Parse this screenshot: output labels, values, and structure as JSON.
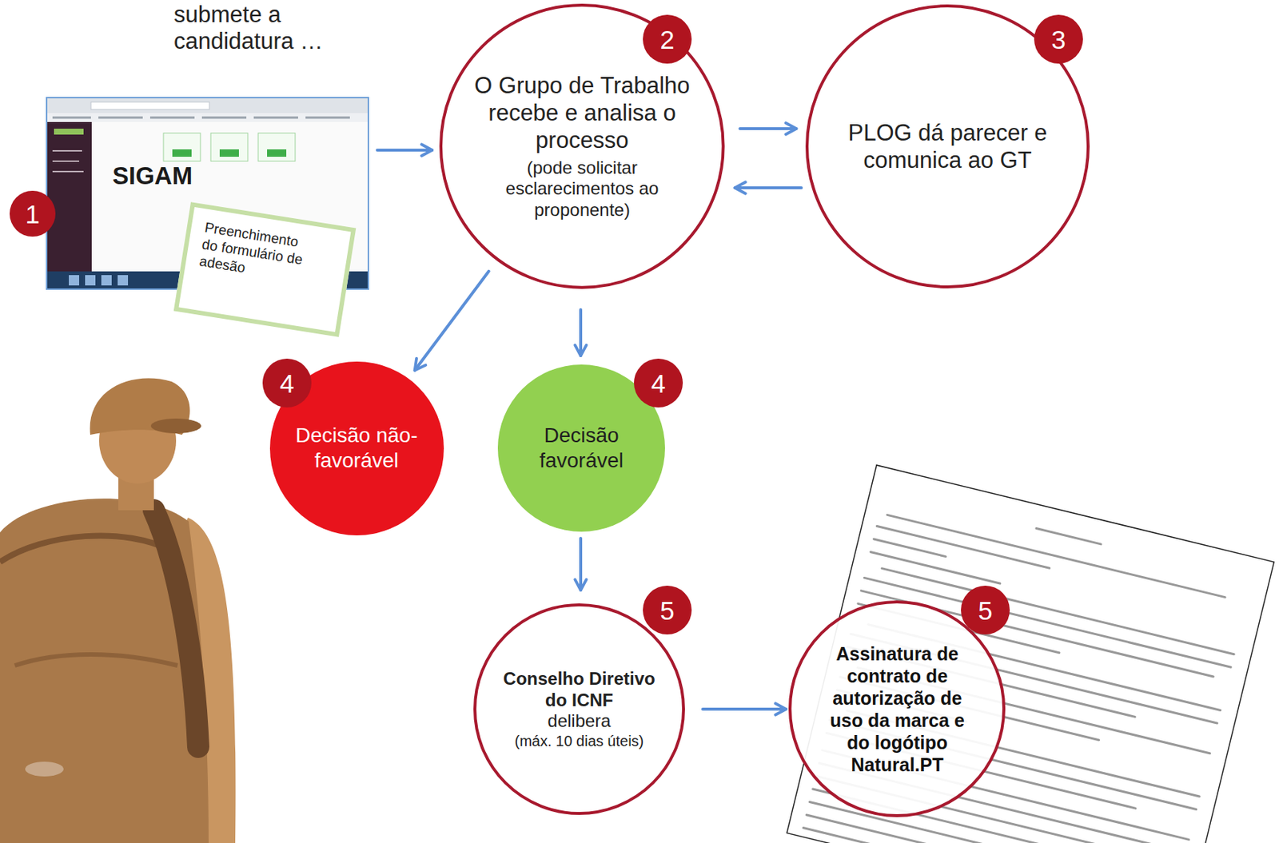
{
  "diagram": {
    "nodes": [
      {
        "text": [
          "SIGAM"
        ]
      },
      {
        "text": [
          "Preenchimento do formulário de adesão"
        ]
      },
      {
        "text": [
          "O Grupo de Trabalho recebe e analisa o processo",
          "(pode solicitar esclarecimentos ao proponente)"
        ]
      },
      {
        "text": [
          "PLOG dá parecer e comunica ao GT"
        ]
      },
      {
        "text": [
          "Decisão não-favorável"
        ]
      },
      {
        "text": [
          "Decisão favorável"
        ]
      },
      {
        "text": [
          "Conselho Diretivo do ICNF",
          "delibera",
          "(máx. 10 dias úteis)"
        ]
      },
      {
        "text": [
          "Assinatura de contrato de autorização de uso da marca e do logótipo Natural.PT"
        ]
      }
    ],
    "edges": [
      {
        "from": 0,
        "to": 2,
        "arrow": "to"
      },
      {
        "from": 2,
        "to": 3,
        "arrow": "to"
      },
      {
        "from": 3,
        "to": 2,
        "arrow": "to"
      },
      {
        "from": 2,
        "to": 4,
        "arrow": "to"
      },
      {
        "from": 2,
        "to": 5,
        "arrow": "to"
      },
      {
        "from": 5,
        "to": 6,
        "arrow": "to"
      },
      {
        "from": 6,
        "to": 7,
        "arrow": "to"
      }
    ],
    "labels": [
      "submete a candidatura …",
      "1",
      "2",
      "3",
      "4",
      "4",
      "5",
      "5"
    ]
  }
}
